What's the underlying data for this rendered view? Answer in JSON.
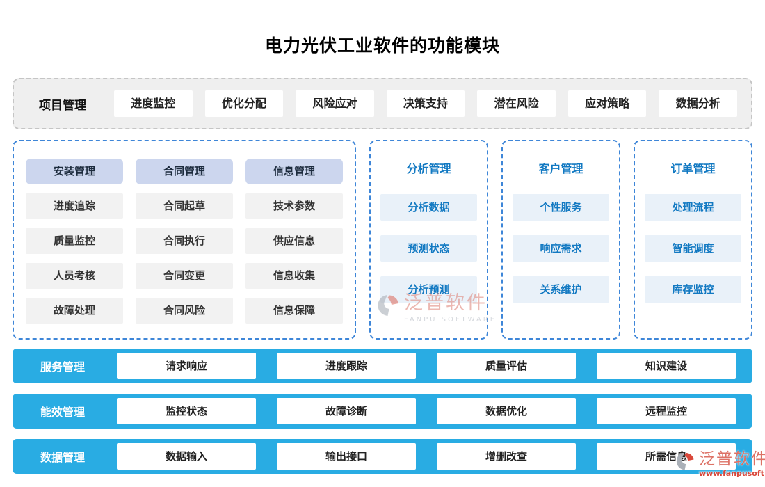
{
  "title": "电力光伏工业软件的功能模块",
  "top_bar": {
    "label": "项目管理",
    "items": [
      "进度监控",
      "优化分配",
      "风险应对",
      "决策支持",
      "潜在风险",
      "应对策略",
      "数据分析"
    ]
  },
  "module_grid": {
    "columns": [
      {
        "header": "安装管理",
        "items": [
          "进度追踪",
          "质量监控",
          "人员考核",
          "故障处理"
        ]
      },
      {
        "header": "合同管理",
        "items": [
          "合同起草",
          "合同执行",
          "合同变更",
          "合同风险"
        ]
      },
      {
        "header": "信息管理",
        "items": [
          "技术参数",
          "供应信息",
          "信息收集",
          "信息保障"
        ]
      }
    ]
  },
  "panels": [
    {
      "title": "分析管理",
      "items": [
        "分析数据",
        "预测状态",
        "分析预测"
      ]
    },
    {
      "title": "客户管理",
      "items": [
        "个性服务",
        "响应需求",
        "关系维护"
      ]
    },
    {
      "title": "订单管理",
      "items": [
        "处理流程",
        "智能调度",
        "库存监控"
      ]
    }
  ],
  "bottom_bars": [
    {
      "label": "服务管理",
      "items": [
        "请求响应",
        "进度跟踪",
        "质量评估",
        "知识建设"
      ]
    },
    {
      "label": "能效管理",
      "items": [
        "监控状态",
        "故障诊断",
        "数据优化",
        "远程监控"
      ]
    },
    {
      "label": "数据管理",
      "items": [
        "数据输入",
        "输出接口",
        "增删改查",
        "所需信息"
      ]
    }
  ],
  "watermarks": {
    "center": {
      "brand": "泛普软件",
      "subtitle": "FANPU SOFTWARE"
    },
    "bottom_right": {
      "brand": "泛普软件",
      "subtitle": "www.fanpusoft.com"
    }
  },
  "colors": {
    "bar_blue": "#29ace3",
    "panel_border_blue": "#3e86d8",
    "header_lavender": "#ccd6ee",
    "item_gray": "#f2f2f2",
    "item_lightblue": "#e9f1f9",
    "accent_blue_text": "#1279c2",
    "topbar_gray": "#efefef"
  }
}
